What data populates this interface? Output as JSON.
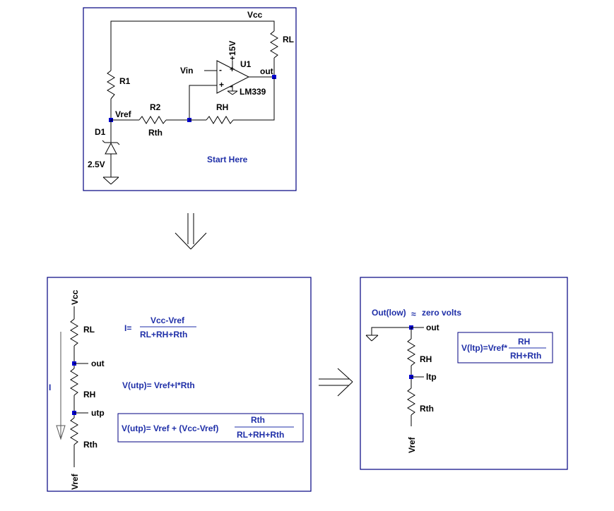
{
  "top": {
    "vcc": "Vcc",
    "rl": "RL",
    "plus15": "+15V",
    "u1": "U1",
    "vin": "Vin",
    "inv": "-",
    "noninv": "+",
    "vminus": "-",
    "vplus": "+",
    "out": "out",
    "part": "LM339",
    "r1": "R1",
    "vref": "Vref",
    "r2": "R2",
    "rth": "Rth",
    "rh": "RH",
    "d1": "D1",
    "zener": "2.5V",
    "start": "Start Here"
  },
  "left": {
    "vcc": "Vcc",
    "rl": "RL",
    "out": "out",
    "rh": "RH",
    "utp": "utp",
    "rth": "Rth",
    "vref": "Vref",
    "current": "I",
    "i_label": "I=",
    "i_num": "Vcc-Vref",
    "i_den": "RL+RH+Rth",
    "vutp1": "V(utp)=  Vref+I*Rth",
    "vutp2": "V(utp)=  Vref + (Vcc-Vref)",
    "vutp2_num": "Rth",
    "vutp2_den": "RL+RH+Rth"
  },
  "right": {
    "outlow": "Out(low)",
    "approx": "≈",
    "zero": "zero volts",
    "out": "out",
    "rh": "RH",
    "ltp": "ltp",
    "rth": "Rth",
    "vref": "Vref",
    "vltp": "V(ltp)=Vref*",
    "vltp_num": "RH",
    "vltp_den": "RH+Rth"
  }
}
